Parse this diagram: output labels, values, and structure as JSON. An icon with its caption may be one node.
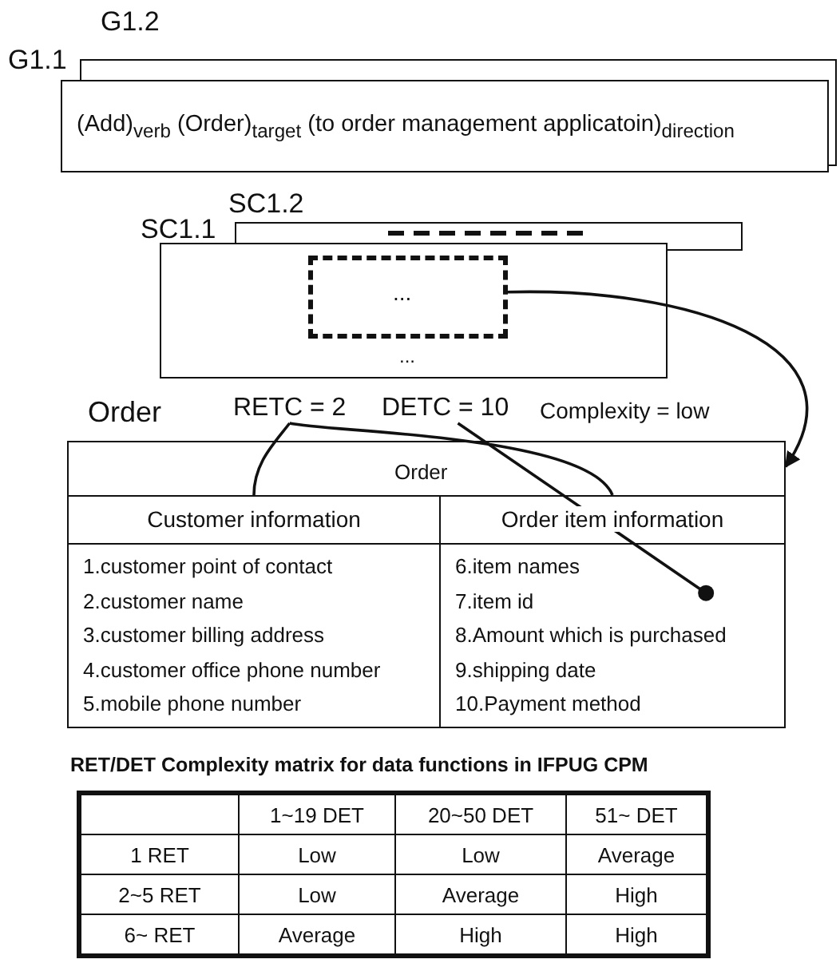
{
  "diagram": {
    "nodes": [
      {
        "text": [
          "G1.2"
        ]
      },
      {
        "text": [
          "G1.1",
          "(Add)$_{verb}$ (Order)$_{target}$ (to order management applicatoin)$_{direction}$"
        ]
      },
      {
        "text": [
          "SC1.2"
        ]
      },
      {
        "text": [
          "SC1.1"
        ]
      },
      {
        "text": [
          "..."
        ],
        "in": 3
      },
      {
        "text": [
          "RETC = 2"
        ]
      },
      {
        "text": [
          "DETC = 10"
        ]
      },
      {
        "text": [
          "Complexity = low"
        ]
      },
      {
        "text": [
          "Order"
        ],
        "beside": [
          "Order"
        ]
      },
      {
        "text": [
          "Customer information",
          "1.customer point of contact",
          "2.customer name",
          "3.customer billing address",
          "4.customer office phone number",
          "5.mobile phone number"
        ],
        "in": 8
      },
      {
        "text": [
          "Order item information",
          "6.item names",
          "7.item id",
          "8.Amount which is purchased",
          "9.shipping date",
          "10.Payment method"
        ],
        "in": 8
      }
    ],
    "edges": [
      {
        "from": 4,
        "to": 8,
        "arrow": "to"
      },
      {
        "from": 5,
        "to": 9,
        "arrow": "none"
      },
      {
        "from": 5,
        "to": 10,
        "arrow": "none"
      },
      {
        "from": 6,
        "to": 10,
        "arrow": "other"
      }
    ],
    "labels": [
      "...",
      "RET/DET Complexity matrix for data functions in IFPUG CPM",
      "1~19 DET",
      "20~50 DET",
      "51~ DET",
      "1 RET",
      "Low",
      "Low",
      "Average",
      "2~5 RET",
      "Low",
      "Average",
      "High",
      "6~ RET",
      "Average",
      "High",
      "High"
    ]
  }
}
